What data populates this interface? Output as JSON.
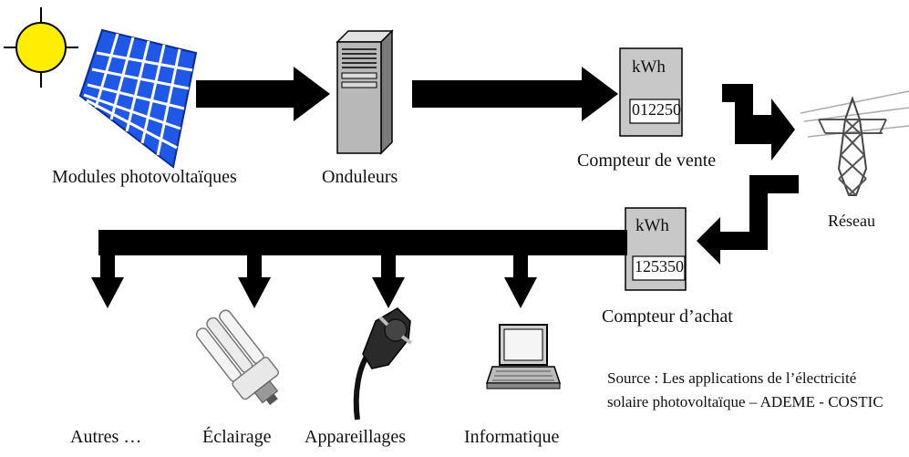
{
  "labels": {
    "modules": "Modules photovoltaïques",
    "onduleurs": "Onduleurs",
    "compteur_vente": "Compteur de vente",
    "reseau": "Réseau",
    "compteur_achat": "Compteur d’achat",
    "autres": "Autres …",
    "eclairage": "Éclairage",
    "appareillages": "Appareillages",
    "informatique": "Informatique"
  },
  "meters": {
    "sale": {
      "unit": "kWh",
      "value": "012250"
    },
    "purchase": {
      "unit": "kWh",
      "value": "125350"
    }
  },
  "source": {
    "line1": "Source : Les applications de l’électricité",
    "line2": "solaire photovoltaïque – ADEME - COSTIC"
  },
  "colors": {
    "sun": "#ffee00",
    "panel": "#1f57e6",
    "arrow": "#000000",
    "inverter": "#b8b8b8",
    "meter": "#c8c8c8"
  }
}
